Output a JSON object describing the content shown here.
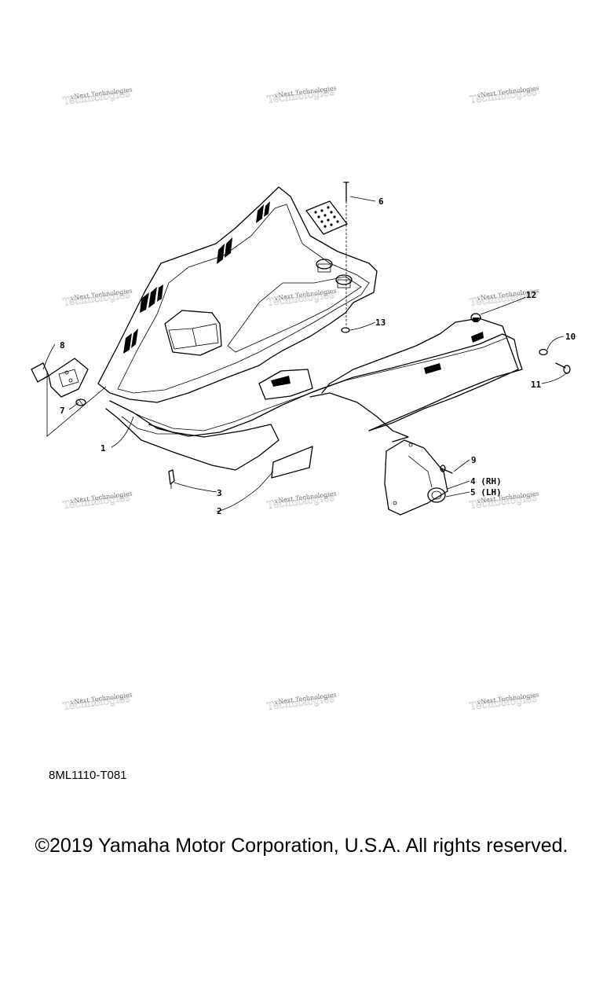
{
  "watermark": {
    "line1": "vNext Technologies",
    "line2": "Technologies"
  },
  "callouts": {
    "c1": "1",
    "c2": "2",
    "c3": "3",
    "c4": "4 (RH)",
    "c5": "5 (LH)",
    "c6": "6",
    "c7": "7",
    "c8": "8",
    "c9": "9",
    "c10": "10",
    "c11": "11",
    "c12": "12",
    "c13": "13"
  },
  "drawing_code": "8ML1110-T081",
  "copyright": "©2019 Yamaha Motor Corporation, U.S.A. All rights reserved."
}
